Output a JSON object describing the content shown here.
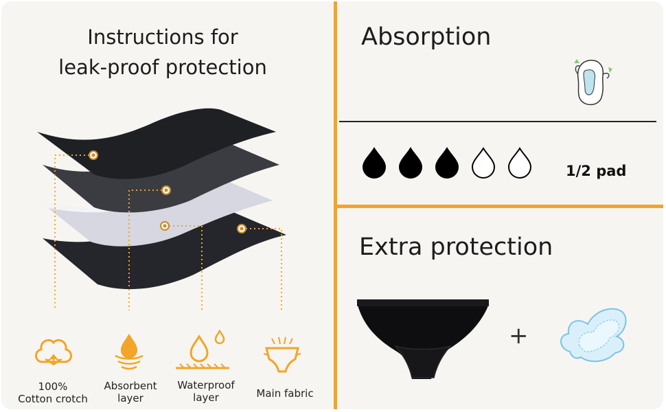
{
  "left_panel": {
    "title_line1": "Instructions for",
    "title_line2": "leak-proof protection",
    "layers": [
      {
        "line1": "100%",
        "line2": "Cotton crotch",
        "icon": "cotton-icon"
      },
      {
        "line1": "Absorbent",
        "line2": "layer",
        "icon": "absorbent-drop-icon"
      },
      {
        "line1": "Waterproof",
        "line2": "layer",
        "icon": "waterproof-drops-icon"
      },
      {
        "line1": "Main fabric",
        "line2": "",
        "icon": "brief-fabric-icon"
      }
    ]
  },
  "absorption": {
    "heading": "Absorption",
    "level_filled": 3,
    "level_total": 5,
    "equivalent": "1/2 pad",
    "icon": "sanitary-pad-outline-icon"
  },
  "extra_protection": {
    "heading": "Extra protection",
    "plus": "+",
    "items": [
      "black-brief-image",
      "sanitary-pad-image"
    ]
  },
  "colors": {
    "accent": "#f2a526",
    "background": "#f7f5f1",
    "text": "#1c1c1c"
  }
}
